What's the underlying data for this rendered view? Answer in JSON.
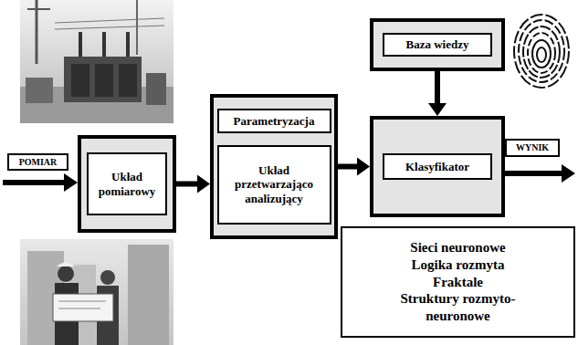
{
  "diagram": {
    "nodes": [
      {
        "text": [
          "POMIAR"
        ]
      },
      {
        "text": [
          "Układ pomiarowy"
        ]
      },
      {
        "text": [
          "Parametryzacja",
          "Układ przetwarzająco analizujący"
        ]
      },
      {
        "text": [
          "Baza wiedzy"
        ]
      },
      {
        "text": [
          "Klasyfikator"
        ]
      },
      {
        "text": [
          "WYNIK"
        ]
      },
      {
        "text": [
          "Sieci neuronowe",
          "Logika rozmyta",
          "Fraktale",
          "Struktury rozmyto-neuronowe"
        ]
      }
    ],
    "edges": [
      {
        "from": 1,
        "to": 2,
        "arrow": "to"
      },
      {
        "from": 2,
        "to": 4,
        "arrow": "to"
      },
      {
        "from": 3,
        "to": 4,
        "arrow": "to"
      }
    ]
  }
}
